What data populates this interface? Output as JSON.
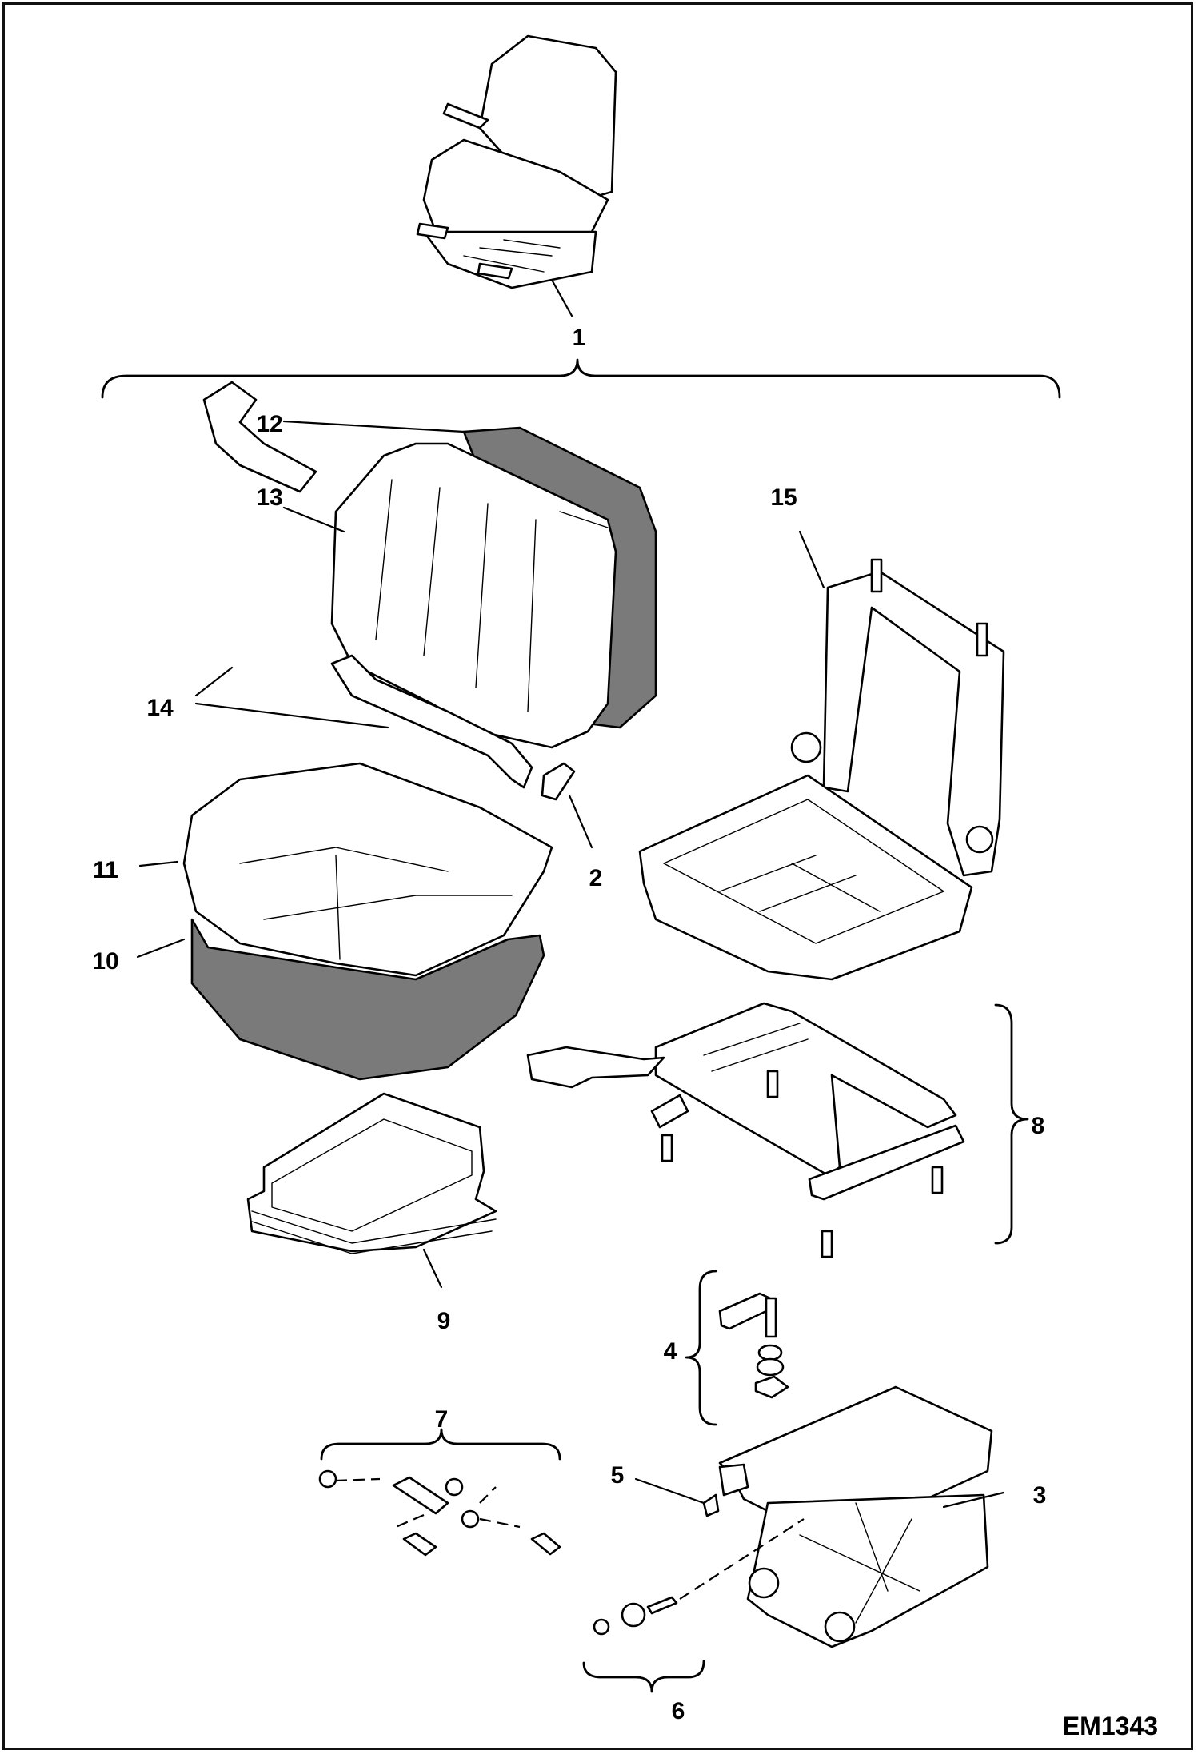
{
  "callouts": {
    "c1": "1",
    "c2": "2",
    "c3": "3",
    "c4": "4",
    "c5": "5",
    "c6": "6",
    "c7": "7",
    "c8": "8",
    "c9": "9",
    "c10": "10",
    "c11": "11",
    "c12": "12",
    "c13": "13",
    "c14": "14",
    "c15": "15"
  },
  "figure_code": "EM1343",
  "colors": {
    "line": "#000000",
    "grey_fill": "#7a7a7a",
    "background": "#ffffff"
  }
}
